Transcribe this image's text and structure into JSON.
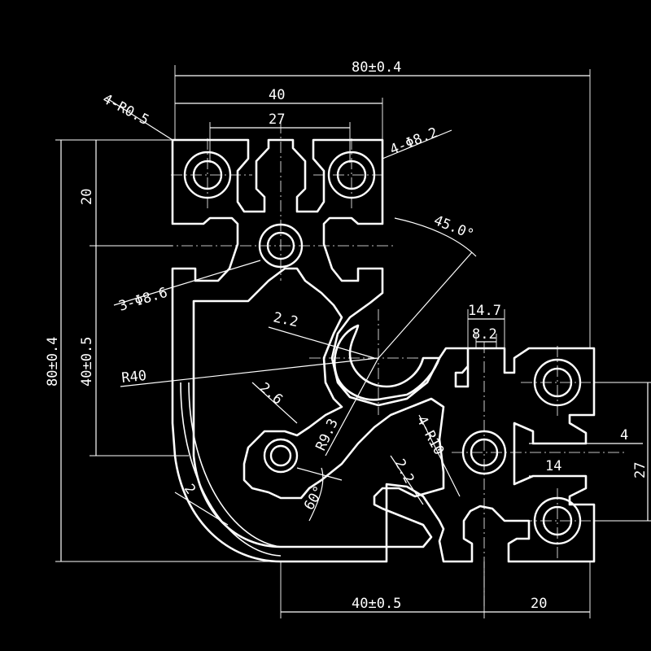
{
  "dimensions": {
    "overall_width": "80±0.4",
    "top_width": "40",
    "slot_width_top": "27",
    "radius_corner": "4-R0.5",
    "hole_dia_top": "4-Φ8.2",
    "angle": "45.0°",
    "left_height_20": "20",
    "left_hole": "3-Φ8.6",
    "wall_22_a": "2.2",
    "left_40": "40±0.5",
    "left_overall": "80±0.4",
    "r40": "R40",
    "wall_26": "2.6",
    "r93": "R9.3",
    "r10": "4-R10",
    "wall_22_b": "2.2",
    "wall_2": "2",
    "angle_60": "60°",
    "slot_147": "14.7",
    "slot_82": "8.2",
    "dim_4": "4",
    "dim_14": "14",
    "dim_27": "27",
    "bottom_40": "40±0.5",
    "bottom_20": "20"
  }
}
